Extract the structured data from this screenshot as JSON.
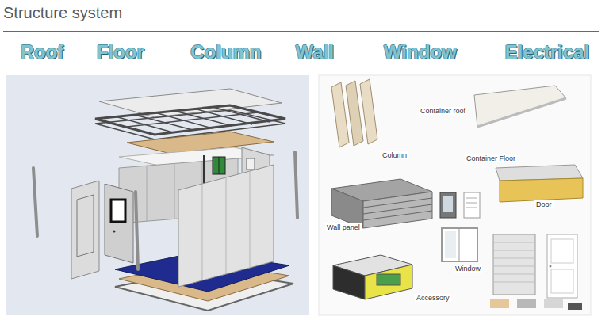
{
  "diagram": {
    "title": "Structure system",
    "labels": [
      "Roof",
      "Floor",
      "Column",
      "Wall",
      "Window",
      "Electrical",
      "Column",
      "Container roof",
      "Container Floor",
      "Wall panel",
      "Door",
      "Window",
      "Accessory"
    ]
  }
}
